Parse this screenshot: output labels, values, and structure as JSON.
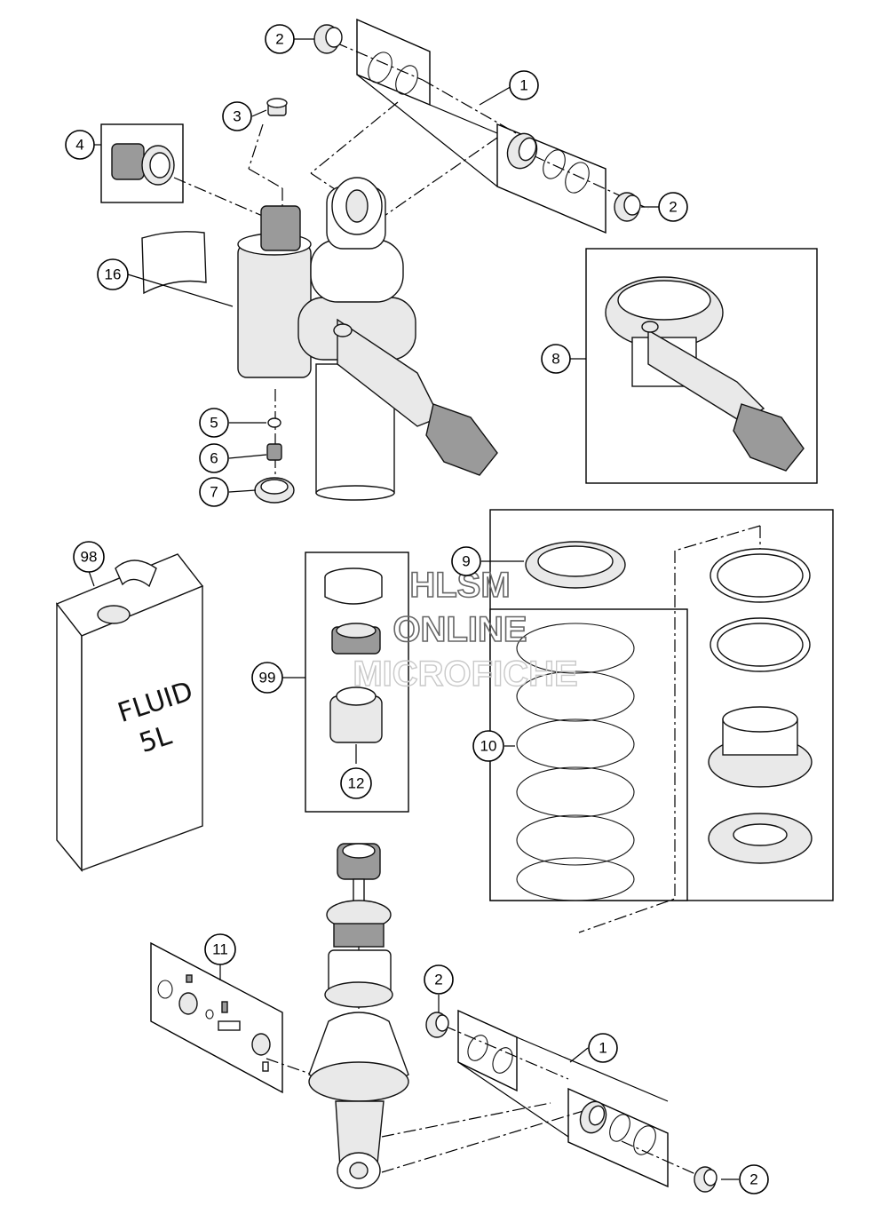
{
  "callouts": {
    "c1_top": "1",
    "c2_top_left": "2",
    "c2_top_right": "2",
    "c3": "3",
    "c4": "4",
    "c5": "5",
    "c6": "6",
    "c7": "7",
    "c8": "8",
    "c9": "9",
    "c10": "10",
    "c11": "11",
    "c12": "12",
    "c16": "16",
    "c98": "98",
    "c99": "99",
    "c1_bottom": "1",
    "c2_bottom_left": "2",
    "c2_bottom_right": "2"
  },
  "fluid_can": {
    "line1": "FLUID",
    "line2": "5L"
  },
  "watermark": {
    "line1": "HLSM",
    "line2": "ONLINE",
    "line3": "MICROFICHE"
  }
}
